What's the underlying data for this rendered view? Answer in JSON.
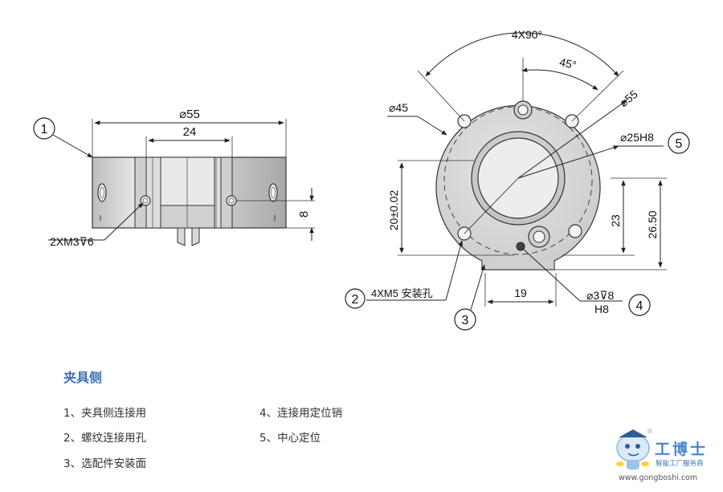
{
  "left_view": {
    "dim_overall": "⌀55",
    "dim_slot": "24",
    "dim_hole_height": "8",
    "thread_label": "2XM3⊽6",
    "callout_1": "1"
  },
  "right_view": {
    "dim_angle_pattern": "4X90°",
    "dim_angle": "45°",
    "dim_pcd": "⌀45",
    "dim_od": "⌀55",
    "dim_bore": "⌀25H8",
    "dim_offset": "20±0.02",
    "dim_23": "23",
    "dim_2650": "26.50",
    "dim_19": "19",
    "mount_label": "4XM5 安装孔",
    "pin_label": "⌀3⊽8",
    "pin_tol": "H8",
    "callout_2": "2",
    "callout_3": "3",
    "callout_4": "4",
    "callout_5": "5"
  },
  "legend": {
    "title": "夹具侧",
    "items": [
      "1、夹具侧连接用",
      "2、螺纹连接用孔",
      "3、选配件安装面",
      "4、连接用定位销",
      "5、中心定位"
    ]
  },
  "logo": {
    "name": "工博士",
    "tagline": "智能工厂服务商",
    "url": "www.gongboshi.com",
    "reg": "®"
  },
  "colors": {
    "line": "#222222",
    "face": "#d8d8d8",
    "legend_title": "#3d6fb5",
    "logo": "#4a86c8"
  }
}
